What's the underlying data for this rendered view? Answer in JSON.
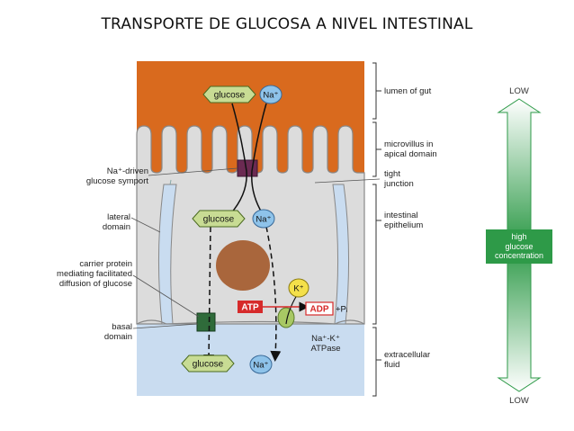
{
  "title": "TRANSPORTE DE GLUCOSA A NIVEL INTESTINAL",
  "left_labels": {
    "symport": "Na⁺-driven\nglucose symport",
    "lateral": "lateral\ndomain",
    "carrier": "carrier protein\nmediating facilitated\ndiffusion of glucose",
    "basal": "basal\ndomain"
  },
  "right_labels": {
    "lumen": "lumen of gut",
    "microvillus": "microvillus in\napical domain",
    "tight": "tight\njunction",
    "epithelium": "intestinal\nepithelium",
    "extracellular": "extracellular\nfluid"
  },
  "molecules": {
    "glucose": "glucose",
    "na": "Na⁺",
    "k": "K⁺",
    "atp": "ATP",
    "adp": "ADP",
    "pi": "+Pᵢ"
  },
  "pump_label": "Na⁺-K⁺\nATPase",
  "gradient": {
    "top": "LOW",
    "middle": "high\nglucose\nconcentration",
    "bottom": "LOW"
  },
  "colors": {
    "lumen": "#d96a1e",
    "cell": "#dcdcdc",
    "extracellular": "#c9dcf0",
    "hexagon": "#c8dc94",
    "ion": "#8ec3ea",
    "nucleus": "#a9663c",
    "symport": "#6b2a52",
    "carrier": "#2f6b3a",
    "atp": "#d62a2a",
    "k_ion": "#f4e04a",
    "gradient_green": "#2e9a48"
  }
}
